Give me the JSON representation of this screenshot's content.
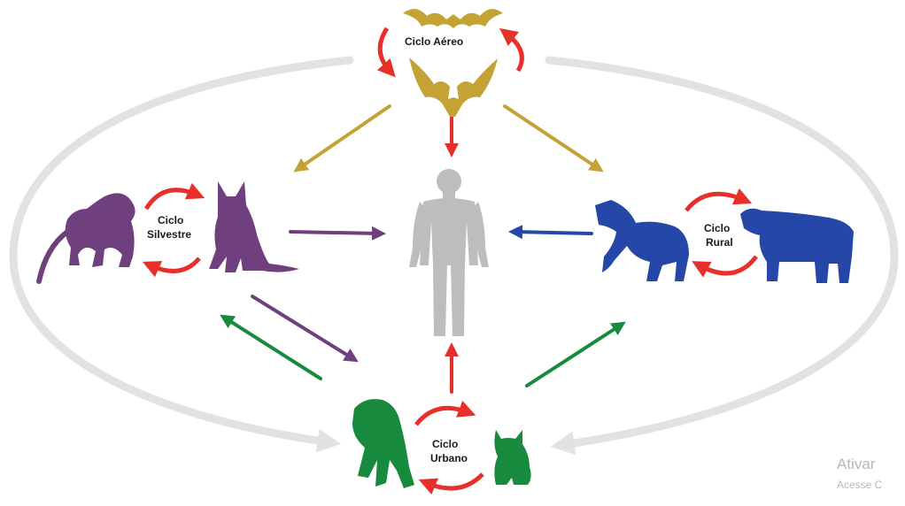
{
  "cycles": {
    "aereo": {
      "line1": "Ciclo Aéreo",
      "line2": "",
      "color": "#c4a233"
    },
    "silvestre": {
      "line1": "Ciclo",
      "line2": "Silvestre",
      "color": "#6f3f7e"
    },
    "rural": {
      "line1": "Ciclo",
      "line2": "Rural",
      "color": "#2447a8"
    },
    "urbano": {
      "line1": "Ciclo",
      "line2": "Urbano",
      "color": "#178a3e"
    }
  },
  "animals": {
    "aereo": [
      "bat",
      "bat"
    ],
    "silvestre": [
      "monkey",
      "fox"
    ],
    "rural": [
      "horse",
      "cow"
    ],
    "urbano": [
      "dog",
      "cat"
    ],
    "center": "human"
  },
  "colors": {
    "human": "#bdbdbd",
    "cycle_arrow": "#e8302a",
    "outer_ring": "#e2e2e2"
  },
  "watermark": {
    "line1": "Ativar",
    "line2": "Acesse C"
  }
}
